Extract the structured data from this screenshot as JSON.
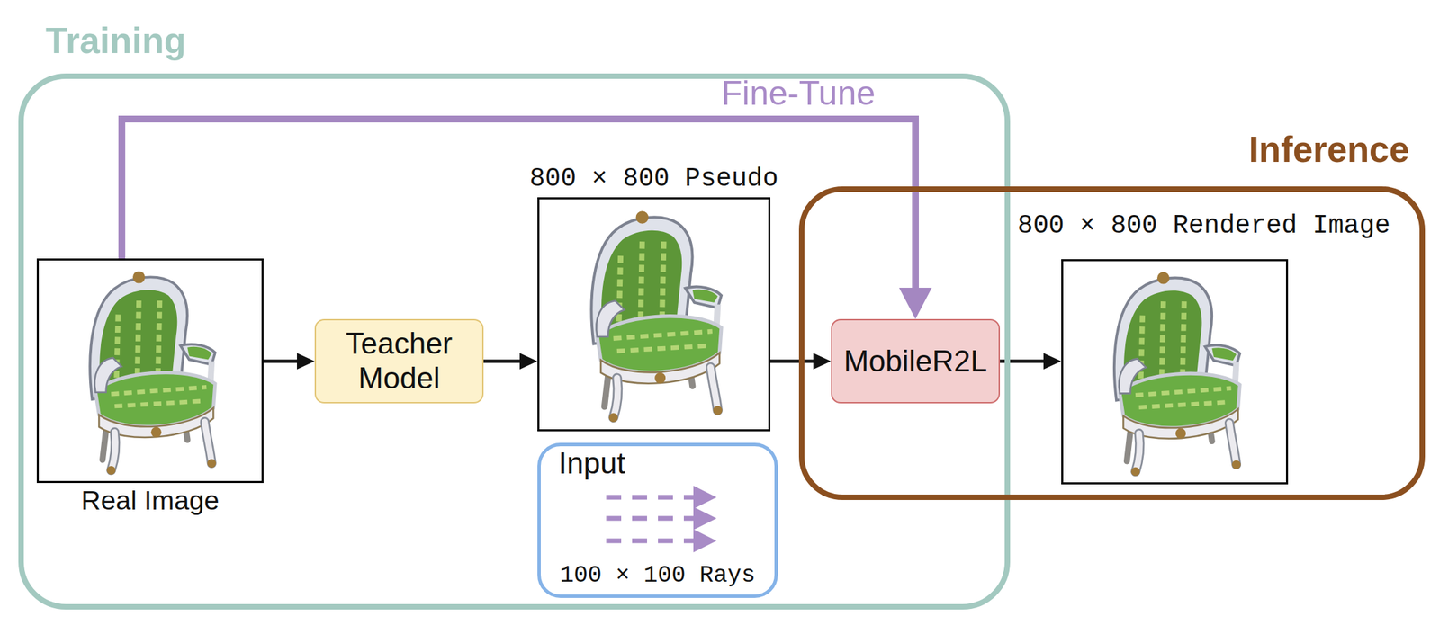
{
  "diagram": {
    "nodes": [
      {
        "text": [
          "Training"
        ]
      },
      {
        "text": [
          "Inference"
        ]
      },
      {
        "text": [
          "Real Image"
        ],
        "in": 0
      },
      {
        "text": [
          "Teacher Model"
        ],
        "in": 0
      },
      {
        "text": [
          "800 × 800 Pseudo"
        ],
        "in": 0
      },
      {
        "text": [
          "Input",
          "100 × 100 Rays"
        ],
        "in": 0
      },
      {
        "text": [
          "MobileR2L"
        ],
        "in": 1
      },
      {
        "text": [
          "800 × 800 Rendered Image"
        ],
        "in": 1
      }
    ],
    "edges": [
      {
        "from": 2,
        "to": 6,
        "arrow": "to",
        "label": "Fine-Tune"
      },
      {
        "from": 2,
        "to": 3,
        "arrow": "to"
      },
      {
        "from": 3,
        "to": 4,
        "arrow": "to"
      },
      {
        "from": 4,
        "to": 6,
        "arrow": "to"
      },
      {
        "from": 6,
        "to": 7,
        "arrow": "to"
      }
    ]
  }
}
